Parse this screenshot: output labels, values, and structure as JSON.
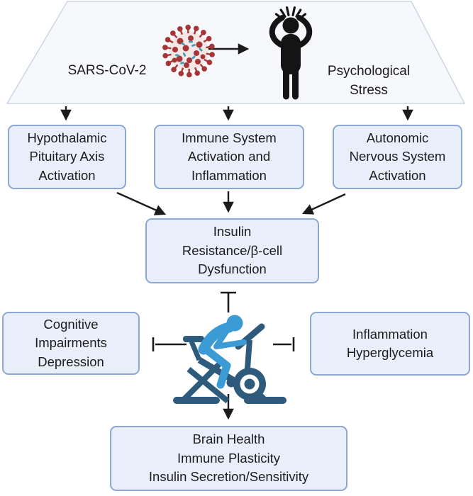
{
  "figure": {
    "top_panel": {
      "virus_label": "SARS-CoV-2",
      "stress_label": "Psychological\nStress"
    },
    "nodes": {
      "hpa": "Hypothalamic\nPituitary Axis\nActivation",
      "immune": "Immune System\nActivation and\nInflammation",
      "ans": "Autonomic\nNervous System\nActivation",
      "insulin": "Insulin\nResistance/β-cell\nDysfunction",
      "cognitive": "Cognitive\nImpairments\nDepression",
      "inflammation": "Inflammation\nHyperglycemia",
      "outcomes": "Brain Health\nImmune Plasticity\nInsulin Secretion/Sensitivity"
    },
    "icons": {
      "virus": "sars-cov-2-virion",
      "stressed_person": "stressed-person",
      "exercise_bike": "cyclist-on-exercise-bike"
    },
    "colors": {
      "node_fill": "#e8effa",
      "node_border": "#8ca7d1",
      "panel_fill": "#f7f8fb",
      "panel_border": "#cbd5e6",
      "arrow": "#1b1b1b",
      "cyclist_blue": "#3a9bd5",
      "bike_dark": "#2e5a7c",
      "virus_red": "#a63538",
      "virus_body": "#f6e7e7",
      "virus_accent": "#3f9fb5"
    }
  }
}
